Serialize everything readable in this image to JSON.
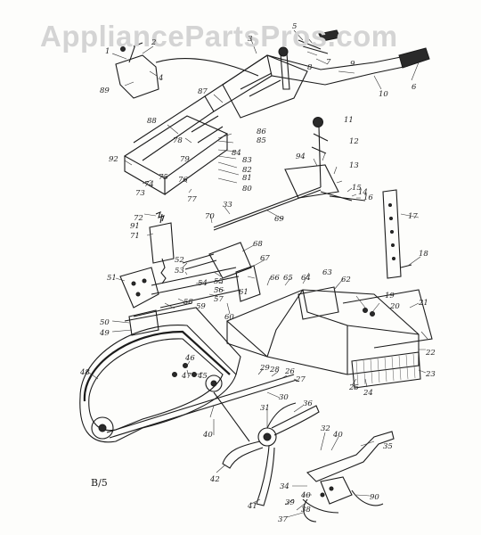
{
  "watermark": "AppliancePartsPros.com",
  "figure_code": "B/5",
  "callouts": [
    {
      "id": "c1",
      "text": "1"
    },
    {
      "id": "c2",
      "text": "2"
    },
    {
      "id": "c3",
      "text": "3"
    },
    {
      "id": "c4",
      "text": "4"
    },
    {
      "id": "c5",
      "text": "5"
    },
    {
      "id": "c6",
      "text": "6"
    },
    {
      "id": "c7",
      "text": "7"
    },
    {
      "id": "c8",
      "text": "8"
    },
    {
      "id": "c9",
      "text": "9"
    },
    {
      "id": "c10",
      "text": "10"
    },
    {
      "id": "c11",
      "text": "11"
    },
    {
      "id": "c12",
      "text": "12"
    },
    {
      "id": "c13",
      "text": "13"
    },
    {
      "id": "c14",
      "text": "14"
    },
    {
      "id": "c15",
      "text": "15"
    },
    {
      "id": "c16",
      "text": "16"
    },
    {
      "id": "c17",
      "text": "17"
    },
    {
      "id": "c18",
      "text": "18"
    },
    {
      "id": "c19",
      "text": "19"
    },
    {
      "id": "c20",
      "text": "20"
    },
    {
      "id": "c21",
      "text": "21"
    },
    {
      "id": "c22",
      "text": "22"
    },
    {
      "id": "c23",
      "text": "23"
    },
    {
      "id": "c24",
      "text": "24"
    },
    {
      "id": "c25",
      "text": "25"
    },
    {
      "id": "c26",
      "text": "26"
    },
    {
      "id": "c27",
      "text": "27"
    },
    {
      "id": "c28",
      "text": "28"
    },
    {
      "id": "c29",
      "text": "29"
    },
    {
      "id": "c30",
      "text": "30"
    },
    {
      "id": "c31",
      "text": "31"
    },
    {
      "id": "c32",
      "text": "32"
    },
    {
      "id": "c33",
      "text": "33"
    },
    {
      "id": "c34",
      "text": "34"
    },
    {
      "id": "c35",
      "text": "35"
    },
    {
      "id": "c36",
      "text": "36"
    },
    {
      "id": "c37",
      "text": "37"
    },
    {
      "id": "c38",
      "text": "38"
    },
    {
      "id": "c39",
      "text": "39"
    },
    {
      "id": "c40a",
      "text": "40"
    },
    {
      "id": "c40b",
      "text": "40"
    },
    {
      "id": "c40c",
      "text": "40"
    },
    {
      "id": "c41",
      "text": "41"
    },
    {
      "id": "c42",
      "text": "42"
    },
    {
      "id": "c45",
      "text": "45"
    },
    {
      "id": "c46",
      "text": "46"
    },
    {
      "id": "c47",
      "text": "47"
    },
    {
      "id": "c48",
      "text": "48"
    },
    {
      "id": "c49",
      "text": "49"
    },
    {
      "id": "c50",
      "text": "50"
    },
    {
      "id": "c51",
      "text": "51"
    },
    {
      "id": "c52",
      "text": "52"
    },
    {
      "id": "c53",
      "text": "53"
    },
    {
      "id": "c54",
      "text": "54"
    },
    {
      "id": "c55",
      "text": "55"
    },
    {
      "id": "c56",
      "text": "56"
    },
    {
      "id": "c57",
      "text": "57"
    },
    {
      "id": "c58",
      "text": "58"
    },
    {
      "id": "c59",
      "text": "59"
    },
    {
      "id": "c60",
      "text": "60"
    },
    {
      "id": "c61",
      "text": "61"
    },
    {
      "id": "c62",
      "text": "62"
    },
    {
      "id": "c63",
      "text": "63"
    },
    {
      "id": "c64",
      "text": "64"
    },
    {
      "id": "c65",
      "text": "65"
    },
    {
      "id": "c66",
      "text": "66"
    },
    {
      "id": "c67",
      "text": "67"
    },
    {
      "id": "c68",
      "text": "68"
    },
    {
      "id": "c69",
      "text": "69"
    },
    {
      "id": "c70",
      "text": "70"
    },
    {
      "id": "c71",
      "text": "71"
    },
    {
      "id": "c72",
      "text": "72"
    },
    {
      "id": "c73",
      "text": "73"
    },
    {
      "id": "c74",
      "text": "74"
    },
    {
      "id": "c75",
      "text": "75"
    },
    {
      "id": "c76",
      "text": "76"
    },
    {
      "id": "c77",
      "text": "77"
    },
    {
      "id": "c78",
      "text": "78"
    },
    {
      "id": "c79",
      "text": "79"
    },
    {
      "id": "c80",
      "text": "80"
    },
    {
      "id": "c81",
      "text": "81"
    },
    {
      "id": "c82",
      "text": "82"
    },
    {
      "id": "c83",
      "text": "83"
    },
    {
      "id": "c84",
      "text": "84"
    },
    {
      "id": "c85",
      "text": "85"
    },
    {
      "id": "c86",
      "text": "86"
    },
    {
      "id": "c87",
      "text": "87"
    },
    {
      "id": "c88",
      "text": "88"
    },
    {
      "id": "c89",
      "text": "89"
    },
    {
      "id": "c90",
      "text": "90"
    },
    {
      "id": "c91",
      "text": "91"
    },
    {
      "id": "c92",
      "text": "92"
    },
    {
      "id": "c94",
      "text": "94"
    }
  ]
}
